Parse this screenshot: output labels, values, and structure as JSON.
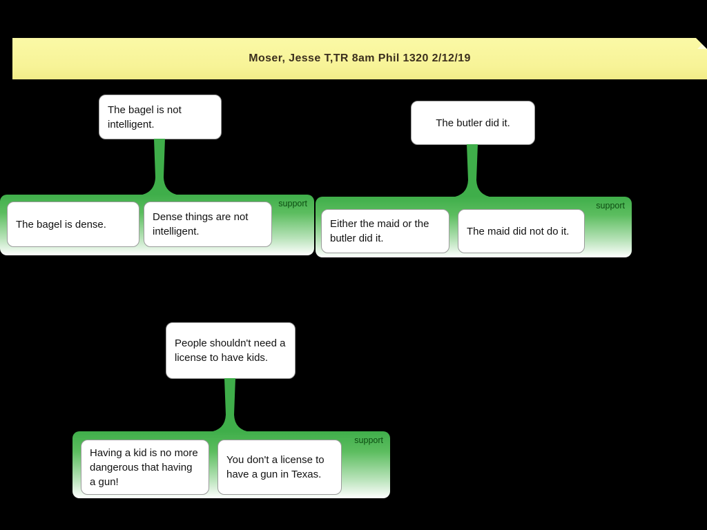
{
  "note": {
    "title": "Moser, Jesse T,TR 8am Phil 1320  2/12/19"
  },
  "trees": [
    {
      "conclusion": "The bagel is not intelligent.",
      "support_label": "support",
      "premises": [
        "The bagel is dense.",
        "Dense things are not intelligent."
      ]
    },
    {
      "conclusion": "The butler did it.",
      "support_label": "support",
      "premises": [
        "Either the maid or the butler did it.",
        "The maid did not do it."
      ]
    },
    {
      "conclusion": "People shouldn't need a license to have kids.",
      "support_label": "support",
      "premises": [
        "Having a kid is no more dangerous that having a gun!",
        "You don't a license to have a gun in Texas."
      ]
    }
  ],
  "colors": {
    "background": "#000000",
    "note_yellow": "#f9f69c",
    "support_green": "#3fae4a",
    "box_border": "#9a9a9a",
    "support_text": "#0d4d12"
  }
}
